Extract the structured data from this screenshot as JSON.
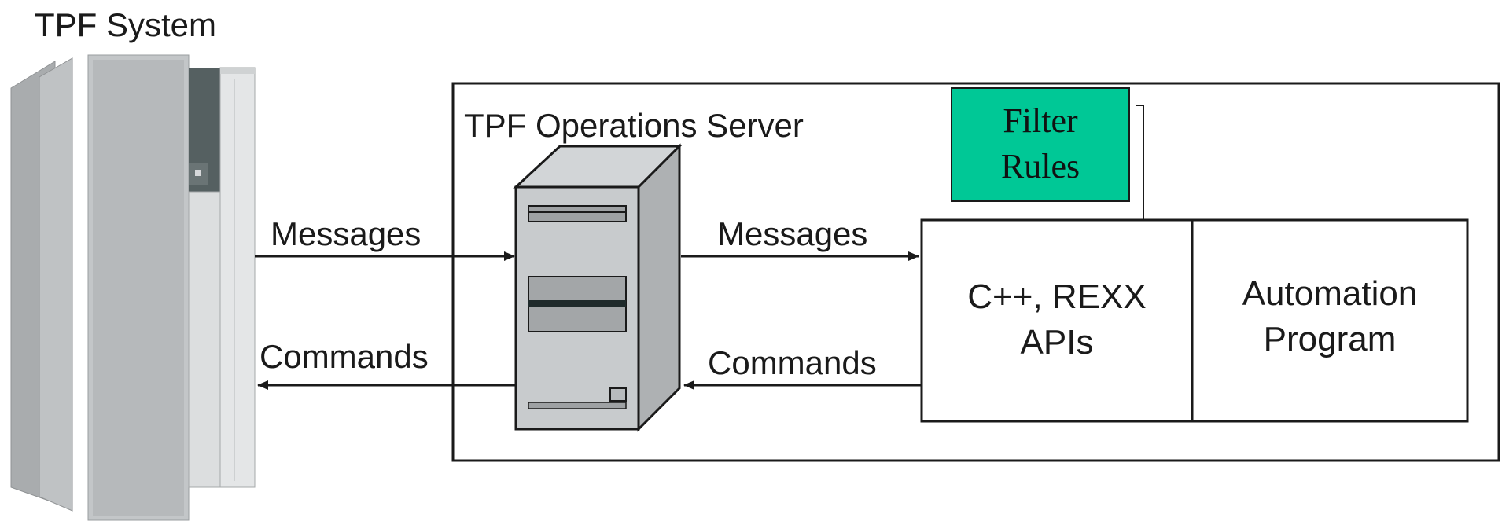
{
  "system": {
    "title": "TPF System"
  },
  "server": {
    "title": "TPF Operations Server"
  },
  "flows": {
    "messages_in": "Messages",
    "commands_out": "Commands",
    "messages_to_api": "Messages",
    "commands_from_api": "Commands"
  },
  "filter": {
    "line1": "Filter",
    "line2": "Rules"
  },
  "api": {
    "line1": "C++, REXX",
    "line2": "APIs"
  },
  "automation": {
    "line1": "Automation",
    "line2": "Program"
  },
  "colors": {
    "filter_fill": "#00c896",
    "line": "#1a1a1a",
    "server_body": "#c8cbcd",
    "mainframe": "#b9bcbe",
    "mainframe_panel": "#556061"
  }
}
